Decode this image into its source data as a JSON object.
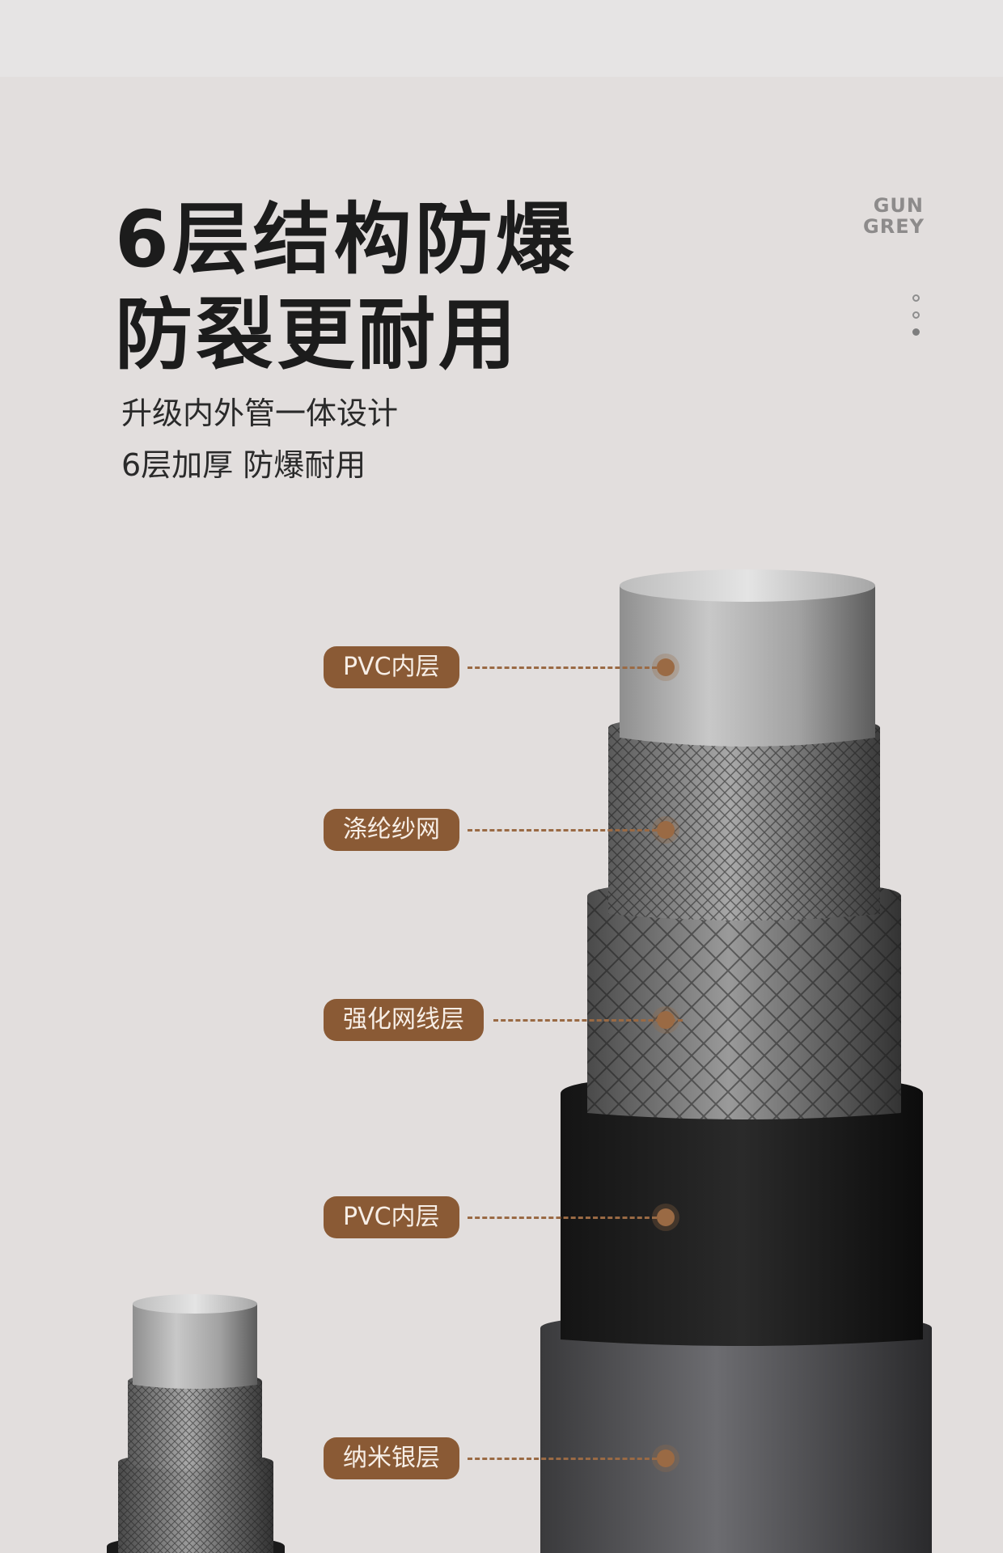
{
  "headline": {
    "line1": "6层结构防爆",
    "line2": "防裂更耐用"
  },
  "subtitle": {
    "line1": "升级内外管一体设计",
    "line2": "6层加厚 防爆耐用"
  },
  "brand": {
    "line1": "GUN",
    "line2": "GREY"
  },
  "pagination": {
    "count": 3,
    "active_index": 2
  },
  "layers": [
    {
      "label": "PVC内层"
    },
    {
      "label": "涤纶纱网"
    },
    {
      "label": "强化网线层"
    },
    {
      "label": "PVC内层"
    },
    {
      "label": "纳米银层"
    }
  ],
  "colors": {
    "background": "#e2dedd",
    "label_bg": "#8a5a35",
    "label_text": "#f7eee6",
    "headline": "#1c1c1c"
  }
}
